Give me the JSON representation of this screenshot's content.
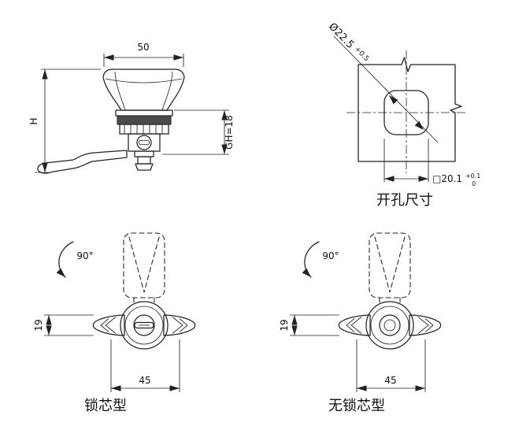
{
  "drawing": {
    "background": "#ffffff",
    "line_color": "#222222",
    "hatch_color": "#4a4a4a"
  },
  "side_view": {
    "knob_width": "50",
    "height_label": "H",
    "grip_height": "GH=18"
  },
  "cutout_view": {
    "caption": "开孔尺寸",
    "diameter": "Ø22.5",
    "diameter_tolerance": "+0.5",
    "square_size": "□20.1",
    "square_tolerance_upper": "+0.1",
    "square_tolerance_lower": "0"
  },
  "lock_core_view": {
    "caption": "锁芯型",
    "rotation_angle": "90°",
    "wing_height": "19",
    "handle_length": "45"
  },
  "no_lock_core_view": {
    "caption": "无锁芯型",
    "rotation_angle": "90°",
    "wing_height": "19",
    "handle_length": "45"
  }
}
